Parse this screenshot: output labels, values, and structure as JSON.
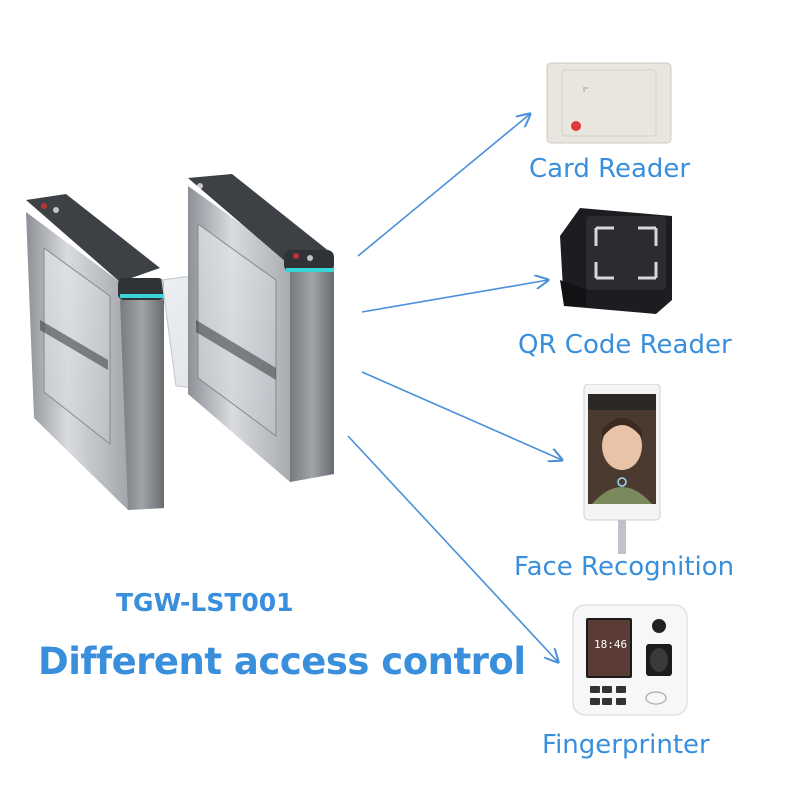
{
  "product": {
    "model": "TGW-LST001",
    "headline": "Different access control"
  },
  "devices": [
    {
      "id": "card",
      "label": "Card Reader"
    },
    {
      "id": "qr",
      "label": "QR Code Reader"
    },
    {
      "id": "face",
      "label": "Face Recognition"
    },
    {
      "id": "fingerprint",
      "label": "Fingerprinter"
    }
  ],
  "screen": {
    "clock": "18:46"
  },
  "colors": {
    "label_blue": "#3a8fdc",
    "arrow_blue": "#4a90d9",
    "turnstile_steel": "#b7b9bd",
    "led_cyan": "#38d6d8"
  }
}
